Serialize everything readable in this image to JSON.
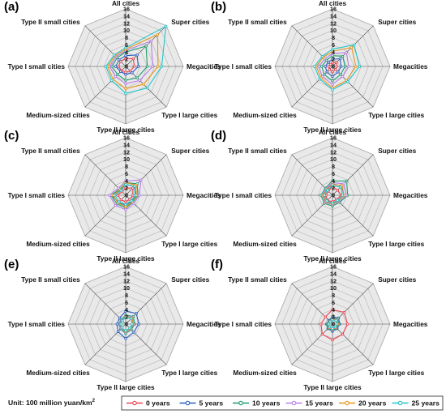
{
  "chart_data": [
    {
      "panel": "(a)",
      "type": "radar",
      "axes": [
        "All cities",
        "Super cities",
        "Megacities",
        "Type I large cities",
        "Type II large cities",
        "Medium-sized cities",
        "Type I small cities",
        "Type II small cities"
      ],
      "ticks": [
        0,
        2,
        4,
        6,
        8,
        10,
        12,
        14,
        16
      ],
      "rlim": [
        0,
        16
      ],
      "series": [
        {
          "name": "0 years",
          "values": [
            2.2,
            3.0,
            2.4,
            1.8,
            1.6,
            1.6,
            2.0,
            2.0
          ]
        },
        {
          "name": "5 years",
          "values": [
            3.0,
            4.5,
            3.5,
            2.5,
            2.2,
            2.0,
            2.8,
            2.6
          ]
        },
        {
          "name": "10 years",
          "values": [
            4.0,
            8.0,
            6.0,
            4.5,
            3.8,
            3.2,
            3.8,
            3.4
          ]
        },
        {
          "name": "15 years",
          "values": [
            4.4,
            10.0,
            7.5,
            5.5,
            4.8,
            4.0,
            4.5,
            3.8
          ]
        },
        {
          "name": "20 years",
          "values": [
            4.8,
            12.5,
            9.0,
            7.0,
            6.2,
            5.0,
            5.0,
            4.2
          ]
        },
        {
          "name": "25 years",
          "values": [
            5.2,
            15.8,
            10.0,
            8.5,
            7.5,
            5.5,
            5.5,
            4.5
          ]
        }
      ]
    },
    {
      "panel": "(b)",
      "type": "radar",
      "axes": [
        "All cities",
        "Super cities",
        "Megacities",
        "Type I large cities",
        "Type II large cities",
        "Medium-sized cities",
        "Type I small cities",
        "Type II small cities"
      ],
      "ticks": [
        0,
        2,
        4,
        6,
        8,
        10,
        12,
        14,
        16
      ],
      "rlim": [
        0,
        16
      ],
      "series": [
        {
          "name": "0 years",
          "values": [
            1.0,
            1.5,
            1.2,
            1.2,
            1.5,
            1.2,
            1.0,
            0.8
          ]
        },
        {
          "name": "5 years",
          "values": [
            2.0,
            3.0,
            2.4,
            2.2,
            2.8,
            2.2,
            2.0,
            1.6
          ]
        },
        {
          "name": "10 years",
          "values": [
            3.0,
            4.0,
            3.5,
            3.2,
            4.0,
            3.2,
            3.0,
            2.4
          ]
        },
        {
          "name": "15 years",
          "values": [
            3.6,
            5.5,
            4.5,
            4.0,
            5.0,
            4.0,
            3.8,
            3.0
          ]
        },
        {
          "name": "20 years",
          "values": [
            4.2,
            7.5,
            6.5,
            5.5,
            6.0,
            4.5,
            4.5,
            3.6
          ]
        },
        {
          "name": "25 years",
          "values": [
            4.8,
            8.5,
            7.5,
            6.0,
            6.5,
            5.0,
            5.0,
            4.0
          ]
        }
      ]
    },
    {
      "panel": "(c)",
      "type": "radar",
      "axes": [
        "All cities",
        "Super cities",
        "Megacities",
        "Type I large cities",
        "Type II large cities",
        "Medium-sized cities",
        "Type I small cities",
        "Type II small cities"
      ],
      "ticks": [
        0,
        2,
        4,
        6,
        8,
        10,
        12,
        14,
        16
      ],
      "rlim": [
        0,
        16
      ],
      "series": [
        {
          "name": "0 years",
          "values": [
            2.0,
            2.8,
            2.0,
            1.6,
            1.8,
            1.8,
            2.2,
            1.4
          ]
        },
        {
          "name": "5 years",
          "values": [
            3.0,
            3.5,
            2.8,
            2.4,
            2.8,
            2.8,
            3.8,
            2.0
          ]
        },
        {
          "name": "10 years",
          "values": [
            3.5,
            4.5,
            3.4,
            2.8,
            3.5,
            3.4,
            4.0,
            2.4
          ]
        },
        {
          "name": "15 years",
          "values": [
            4.0,
            6.0,
            3.8,
            3.2,
            4.0,
            4.0,
            4.5,
            2.8
          ]
        },
        {
          "name": "20 years",
          "values": [
            3.5,
            4.0,
            3.0,
            2.6,
            3.2,
            3.0,
            3.5,
            2.2
          ]
        },
        {
          "name": "25 years",
          "values": [
            3.0,
            3.5,
            2.6,
            2.2,
            2.6,
            2.6,
            3.0,
            1.8
          ]
        }
      ]
    },
    {
      "panel": "(d)",
      "type": "radar",
      "axes": [
        "All cities",
        "Super cities",
        "Megacities",
        "Type I large cities",
        "Type II large cities",
        "Medium-sized cities",
        "Type I small cities",
        "Type II small cities"
      ],
      "ticks": [
        0,
        2,
        4,
        6,
        8,
        10,
        12,
        14,
        16
      ],
      "rlim": [
        0,
        16
      ],
      "series": [
        {
          "name": "0 years",
          "values": [
            2.5,
            2.0,
            2.5,
            1.6,
            1.8,
            2.0,
            1.8,
            1.6
          ]
        },
        {
          "name": "5 years",
          "values": [
            3.2,
            3.6,
            3.2,
            2.2,
            2.4,
            2.6,
            2.6,
            2.2
          ]
        },
        {
          "name": "10 years",
          "values": [
            4.0,
            5.6,
            4.2,
            2.8,
            3.0,
            3.2,
            3.2,
            2.8
          ]
        },
        {
          "name": "15 years",
          "values": [
            3.5,
            4.5,
            3.8,
            2.5,
            2.6,
            2.8,
            2.8,
            2.5
          ]
        },
        {
          "name": "20 years",
          "values": [
            3.0,
            3.8,
            3.2,
            2.2,
            2.4,
            2.5,
            2.5,
            2.2
          ]
        },
        {
          "name": "25 years",
          "values": [
            2.6,
            3.2,
            2.8,
            2.0,
            2.2,
            2.2,
            2.2,
            2.0
          ]
        }
      ]
    },
    {
      "panel": "(e)",
      "type": "radar",
      "axes": [
        "All cities",
        "Super cities",
        "Megacities",
        "Type I large cities",
        "Type II large cities",
        "Medium-sized cities",
        "Type I small cities",
        "Type II small cities"
      ],
      "ticks": [
        0,
        2,
        4,
        6,
        8,
        10,
        12,
        14,
        16
      ],
      "rlim": [
        0,
        16
      ],
      "series": [
        {
          "name": "0 years",
          "values": [
            2.0,
            2.4,
            2.0,
            1.8,
            2.0,
            1.8,
            1.6,
            1.4
          ]
        },
        {
          "name": "5 years",
          "values": [
            3.6,
            4.2,
            3.6,
            3.2,
            4.0,
            3.0,
            2.4,
            2.4
          ]
        },
        {
          "name": "10 years",
          "values": [
            2.5,
            3.0,
            2.5,
            2.2,
            2.6,
            2.0,
            1.8,
            1.8
          ]
        },
        {
          "name": "15 years",
          "values": [
            2.2,
            2.6,
            2.2,
            2.0,
            2.2,
            1.8,
            1.6,
            1.6
          ]
        },
        {
          "name": "20 years",
          "values": [
            2.0,
            2.4,
            2.0,
            1.8,
            2.0,
            1.6,
            1.4,
            1.4
          ]
        },
        {
          "name": "25 years",
          "values": [
            1.8,
            2.2,
            1.8,
            1.6,
            1.8,
            1.5,
            1.3,
            1.3
          ]
        }
      ]
    },
    {
      "panel": "(f)",
      "type": "radar",
      "axes": [
        "All cities",
        "Super cities",
        "Megacities",
        "Type I large cities",
        "Type II large cities",
        "Medium-sized cities",
        "Type I small cities",
        "Type II small cities"
      ],
      "ticks": [
        0,
        2,
        4,
        6,
        8,
        10,
        12,
        14,
        16
      ],
      "rlim": [
        0,
        16
      ],
      "series": [
        {
          "name": "0 years",
          "values": [
            4.0,
            4.6,
            4.2,
            4.0,
            4.4,
            4.0,
            3.2,
            2.8
          ]
        },
        {
          "name": "5 years",
          "values": [
            2.0,
            2.4,
            2.0,
            1.8,
            2.0,
            1.8,
            1.6,
            1.4
          ]
        },
        {
          "name": "10 years",
          "values": [
            1.8,
            2.0,
            1.8,
            1.6,
            1.8,
            1.6,
            1.4,
            1.2
          ]
        },
        {
          "name": "15 years",
          "values": [
            1.6,
            1.8,
            1.6,
            1.4,
            1.6,
            1.4,
            1.2,
            1.1
          ]
        },
        {
          "name": "20 years",
          "values": [
            1.4,
            1.6,
            1.4,
            1.3,
            1.4,
            1.3,
            1.1,
            1.0
          ]
        },
        {
          "name": "25 years",
          "values": [
            1.2,
            1.4,
            1.2,
            1.1,
            1.2,
            1.1,
            1.0,
            0.9
          ]
        }
      ]
    }
  ],
  "legend": {
    "unit_label": "Unit: 100 million yuan/km",
    "unit_superscript": "2",
    "entries": [
      "0 years",
      "5 years",
      "10 years",
      "15 years",
      "20 years",
      "25 years"
    ]
  },
  "colors": {
    "0 years": "#e8434f",
    "5 years": "#2a5fbf",
    "10 years": "#1e9c6e",
    "15 years": "#b77ce8",
    "20 years": "#e6951a",
    "25 years": "#24c4c9",
    "grid_fill": "#e9e9e9",
    "grid_stroke": "#9a9a9a"
  }
}
